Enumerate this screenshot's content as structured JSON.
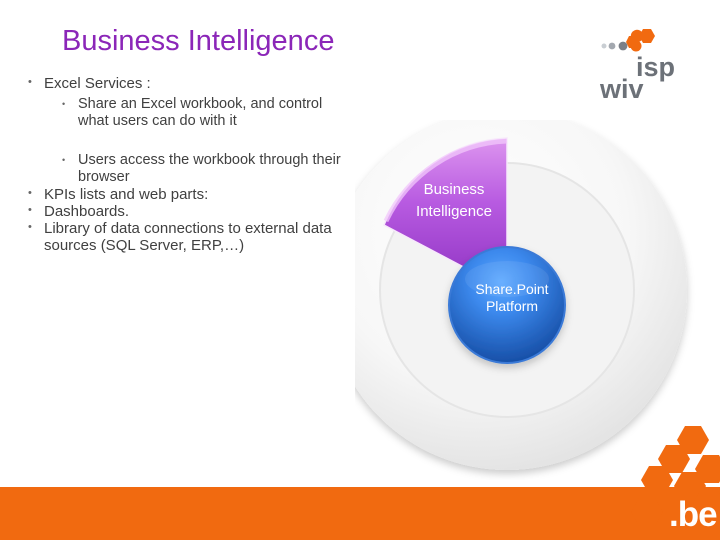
{
  "slide": {
    "title": "Business Intelligence",
    "bullets": [
      {
        "text": "Excel Services :",
        "children": [
          {
            "text": "Share an Excel workbook, and control what users can do with it"
          },
          {
            "text": "Users access the workbook through their browser"
          }
        ]
      },
      {
        "text": "KPIs lists and web parts:"
      },
      {
        "text": "Dashboards."
      },
      {
        "text": "Library of data connections to external data sources (SQL Server, ERP,…)"
      }
    ]
  },
  "diagram": {
    "segment_label_line1": "Business",
    "segment_label_line2": "Intelligence",
    "center_label_line1": "Share.Point",
    "center_label_line2": "Platform",
    "colors": {
      "plate": "#f3f3f3",
      "segment": "#a642d6",
      "segment_top": "#d88ae9",
      "center": "#1f66c8",
      "center_glow": "#3d8bf0",
      "text_dark": "#2b2b2b",
      "text_light": "#ffffff"
    }
  },
  "branding": {
    "logo_text_1": "isp",
    "logo_text_2": "wiv",
    "bottom_logo": ".be",
    "colors": {
      "orange": "#f16a10",
      "gray": "#6c7178",
      "light_gray": "#c9ced3"
    }
  }
}
